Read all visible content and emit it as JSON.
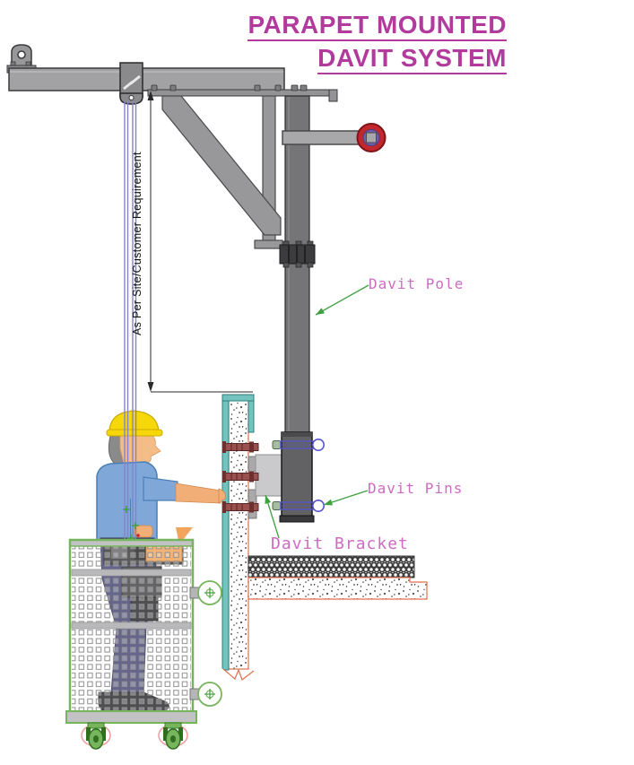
{
  "title": {
    "line1": "PARAPET MOUNTED",
    "line2": "DAVIT SYSTEM"
  },
  "annotations": {
    "dimension_note": "As Per Site/Customer Requirement",
    "davit_pole": "Davit Pole",
    "davit_pins": "Davit Pins",
    "davit_bracket": "Davit Bracket"
  },
  "diagram_parts": [
    "lifting-eye",
    "davit-arm-beam",
    "pulley-block",
    "suspension-cables",
    "diagonal-brace",
    "support-post",
    "davit-pole",
    "pole-flange-joint",
    "crank-wheel",
    "parapet-wall",
    "wall-coping",
    "anchor-bolts",
    "davit-bracket",
    "davit-pins",
    "roof-slab",
    "gravel-layer",
    "worker",
    "suspended-cradle",
    "wall-rollers",
    "casters"
  ],
  "colors": {
    "title_magenta": "#b23a9c",
    "label_pink": "#ce6bc2",
    "leader_green": "#3fa03f",
    "beam_gray": "#a2a2a4",
    "pole_gray": "#757578",
    "coping_teal": "#72c2be",
    "wall_outline_orange": "#e0714f",
    "pin_blue": "#5555cc",
    "anchor_red": "#9b5050",
    "cradle_green": "#76b55b",
    "helmet_yellow": "#f6d70a",
    "shirt_blue": "#7fa8d9",
    "pants_navy": "#4b4b78",
    "crank_red": "#c1272d",
    "crank_purple": "#6f5fa8",
    "cable_violet": "#8383cc",
    "caster_pink": "#f29b9b"
  }
}
